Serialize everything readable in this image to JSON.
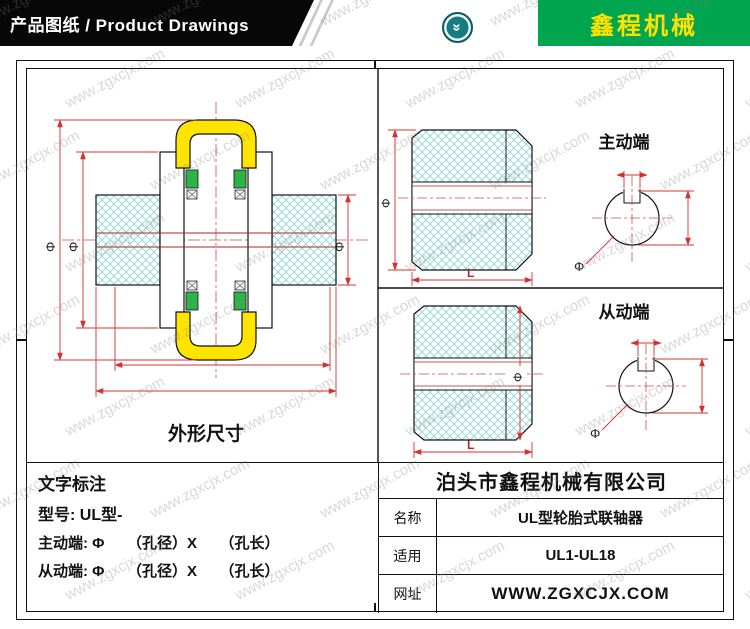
{
  "header": {
    "title": "产品图纸 / Product Drawings",
    "brand": "鑫程机械"
  },
  "watermark": {
    "text": "www.zgxcjx.com"
  },
  "sym": {
    "phi": "Φ",
    "L": "L"
  },
  "drawing": {
    "assembly_caption": "外形尺寸",
    "driving_label": "主动端",
    "driven_label": "从动端"
  },
  "notes": {
    "heading": "文字标注",
    "model_line": "型号: UL型-",
    "driving_line": "主动端: Φ　　（孔径）X　　（孔长）",
    "driven_line": "从动端: Φ　　（孔径）X　　（孔长）"
  },
  "company": {
    "name": "泊头市鑫程机械有限公司",
    "rows": [
      {
        "label": "名称",
        "value": "UL型轮胎式联轴器"
      },
      {
        "label": "适用",
        "value": "UL1-UL18"
      },
      {
        "label": "网址",
        "value": "WWW.ZGXCJX.COM"
      }
    ]
  },
  "colors": {
    "brand_green": "#00a64f",
    "brand_yellow": "#ffe100",
    "icon_teal": "#157c80",
    "dimension_red": "#d43030",
    "hatch_cyan": "#8fd6d6",
    "tire_yellow": "#ffe400",
    "clamp_green": "#2eb34a"
  }
}
